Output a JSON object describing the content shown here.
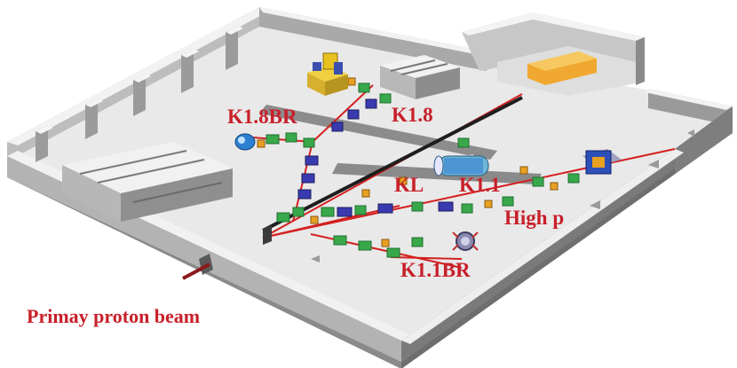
{
  "labels": {
    "k18br": "K1.8BR",
    "k18": "K1.8",
    "kl": "KL",
    "k11": "K1.1",
    "high_p": "High p",
    "k11br": "K1.1BR",
    "primary": "Primay proton beam"
  },
  "colors": {
    "label_red": "#c8202a",
    "floor": "#e9e9e9",
    "wall_top": "#f2f2f2",
    "wall_side": "#8a8a8a",
    "beam_red": "#d42020",
    "magnet_green": "#38a84a",
    "magnet_blue": "#3a3ab0",
    "magnet_orange": "#e8a020",
    "detector_yellow": "#e8c020",
    "cyan_detector": "#3a7fd0"
  },
  "icons": [
    "k18-spectrometer-icon",
    "kl-detector-icon",
    "k11br-detector-icon",
    "k18br-magnet-icon",
    "highp-magnet-icon",
    "concrete-block-icon"
  ]
}
